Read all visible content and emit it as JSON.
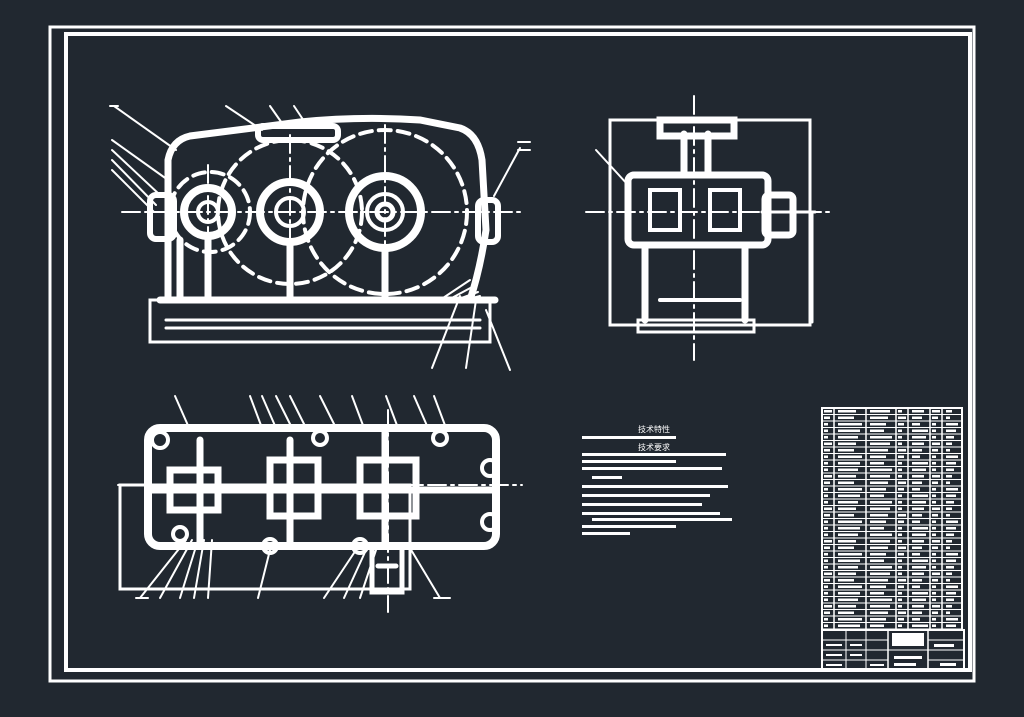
{
  "colors": {
    "background": "#212830",
    "line": "#ffffff"
  },
  "notes": {
    "heading_characteristics": "技术特性",
    "heading_requirements": "技术要求"
  },
  "views": [
    "front-view",
    "side-view",
    "plan-view",
    "technical-notes",
    "parts-list",
    "title-block"
  ]
}
